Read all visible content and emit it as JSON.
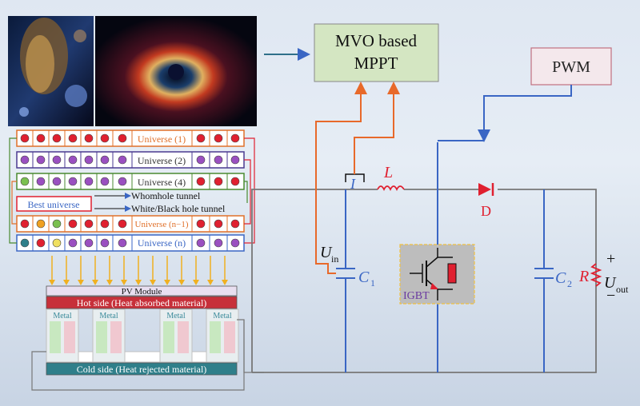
{
  "controller": {
    "title_line1": "MVO  based",
    "title_line2": "MPPT"
  },
  "pwm": {
    "label": "PWM"
  },
  "universes": [
    {
      "label": "Universe (1)"
    },
    {
      "label": "Universe (2)"
    },
    {
      "label": "Universe (4)"
    },
    {
      "label": "Universe (n−1)"
    },
    {
      "label": "Universe (n)"
    }
  ],
  "best_universe": {
    "label": "Best universe"
  },
  "tunnels": {
    "wormhole": "Whomhole tunnel",
    "whiteblack": "White/Black hole tunnel"
  },
  "teg": {
    "pv_module": "PV Module",
    "hot_side": "Hot side (Heat absorbed material)",
    "cold_side": "Cold side (Heat rejected material)",
    "metal": "Metal"
  },
  "circuit": {
    "current": "I",
    "inductor": "L",
    "diode": "D",
    "input_voltage": "U",
    "input_voltage_sub": "in",
    "cap1": "C",
    "cap1_sub": "1",
    "cap2": "C",
    "cap2_sub": "2",
    "resistor": "R",
    "output_voltage": "U",
    "output_voltage_sub": "out",
    "plus": "+",
    "minus": "−",
    "igbt": "IGBT"
  },
  "colors": {
    "orange": "#e8692a",
    "blue": "#3a66c4",
    "red": "#e0202a",
    "green_box": "#d2e6be",
    "hot": "#c7303a",
    "cold": "#2f7f8a"
  }
}
